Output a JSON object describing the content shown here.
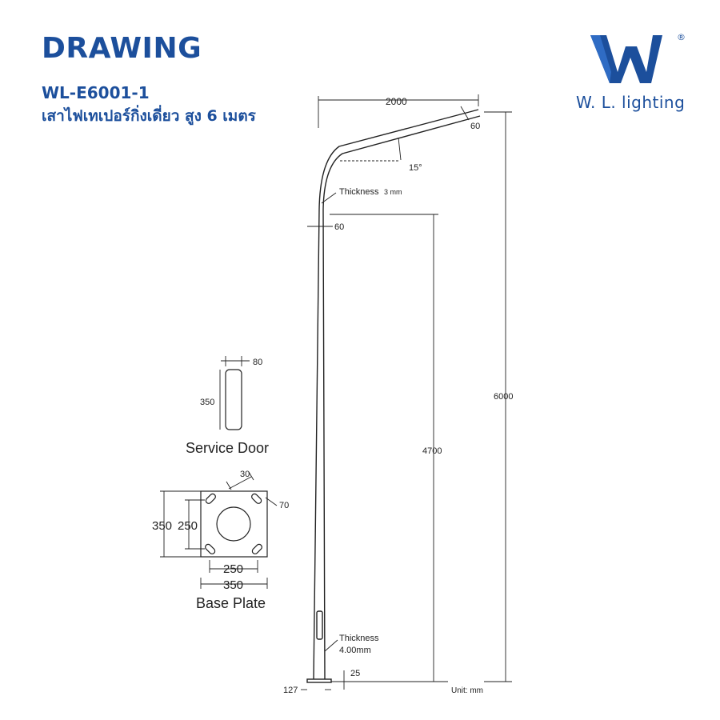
{
  "header": {
    "title": "DRAWING",
    "model": "WL-E6001-1",
    "description": "เสาไฟเทเปอร์กิ่งเดี่ยว สูง 6 เมตร"
  },
  "brand": {
    "logo_text": "W. L. lighting",
    "registered_mark": "®",
    "color": "#1c4f9c"
  },
  "pole": {
    "arm_length": "2000",
    "arm_tip": "60",
    "arm_angle": "15°",
    "top_thickness_label": "Thickness",
    "top_thickness_value": "3 mm",
    "top_diameter": "60",
    "total_height": "6000",
    "lower_height": "4700",
    "bottom_thickness_label": "Thickness",
    "bottom_thickness_value": "4.00mm",
    "base_height": "25",
    "base_diameter": "127",
    "unit": "Unit: mm"
  },
  "service_door": {
    "title": "Service Door",
    "width": "80",
    "height": "350"
  },
  "base_plate": {
    "title": "Base Plate",
    "slot_width": "30",
    "slot_offset": "70",
    "outer_height": "350",
    "inner_height": "250",
    "inner_width": "250",
    "outer_width": "350"
  }
}
